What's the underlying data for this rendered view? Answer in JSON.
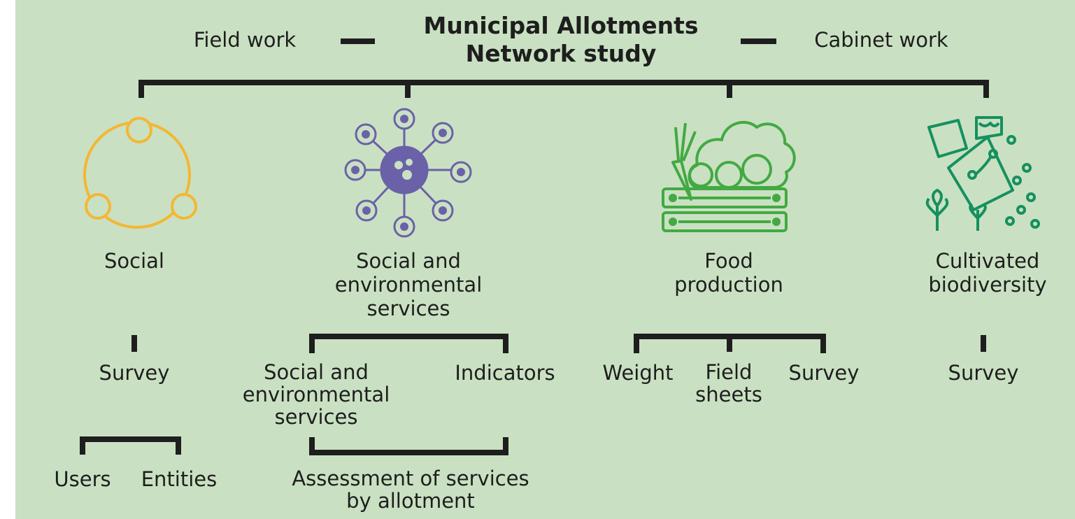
{
  "title": {
    "line1": "Municipal Allotments",
    "line2": "Network study"
  },
  "header": {
    "left": "Field work",
    "right": "Cabinet work"
  },
  "colors": {
    "background": "#c9e1c2",
    "line": "#1e1e1e",
    "social": "#f5b634",
    "services": "#6b61a8",
    "food": "#43a943",
    "biodiversity": "#16905f"
  },
  "categories": [
    {
      "id": "social",
      "label": "Social",
      "icon": "circle-network-icon"
    },
    {
      "id": "services",
      "label": "Social and\nenvironmental\nservices",
      "icon": "ecosystem-services-icon"
    },
    {
      "id": "food",
      "label": "Food\nproduction",
      "icon": "vegetable-crate-icon"
    },
    {
      "id": "biodiversity",
      "label": "Cultivated\nbiodiversity",
      "icon": "seed-packet-icon"
    }
  ],
  "methods": {
    "social": {
      "survey": "Survey",
      "users": "Users",
      "entities": "Entities"
    },
    "services": {
      "services": "Social and\nenvironmental\nservices",
      "indicators": "Indicators",
      "assessment": "Assessment of services\nby allotment"
    },
    "food": {
      "weight": "Weight",
      "field_sheets": "Field\nsheets",
      "survey": "Survey"
    },
    "biodiversity": {
      "survey": "Survey"
    }
  }
}
